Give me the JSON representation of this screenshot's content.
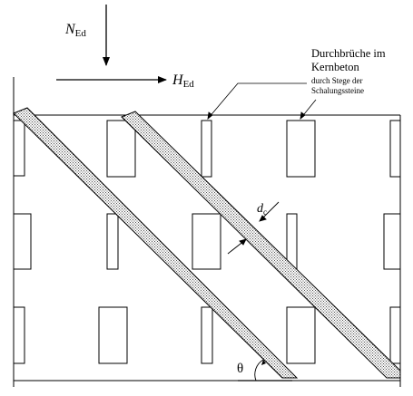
{
  "labels": {
    "n_force": "N",
    "n_sub": "Ed",
    "h_force": "H",
    "h_sub": "Ed",
    "annotation_line1": "Durchbrüche im",
    "annotation_line2": "Kernbeton",
    "annotation_line3": "durch Stege der",
    "annotation_line4": "Schalungssteine",
    "thickness_d": "d",
    "thickness_sub": "c",
    "angle": "θ"
  },
  "colors": {
    "stroke": "#000000",
    "background": "#ffffff",
    "strut_dots": "#000000"
  }
}
